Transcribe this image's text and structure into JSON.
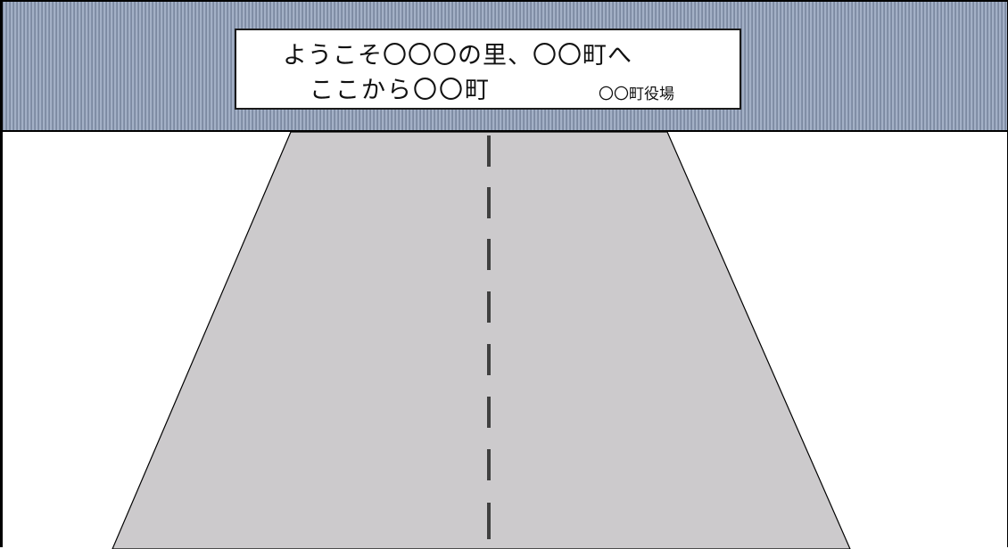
{
  "sign": {
    "line1": "ようこそ〇〇〇の里、〇〇町へ",
    "line2": "ここから〇〇町",
    "office": "〇〇町役場"
  },
  "colors": {
    "overpass": "#8f9db3",
    "road": "#cccacc",
    "center_line": "#404040",
    "outline": "#000000"
  }
}
